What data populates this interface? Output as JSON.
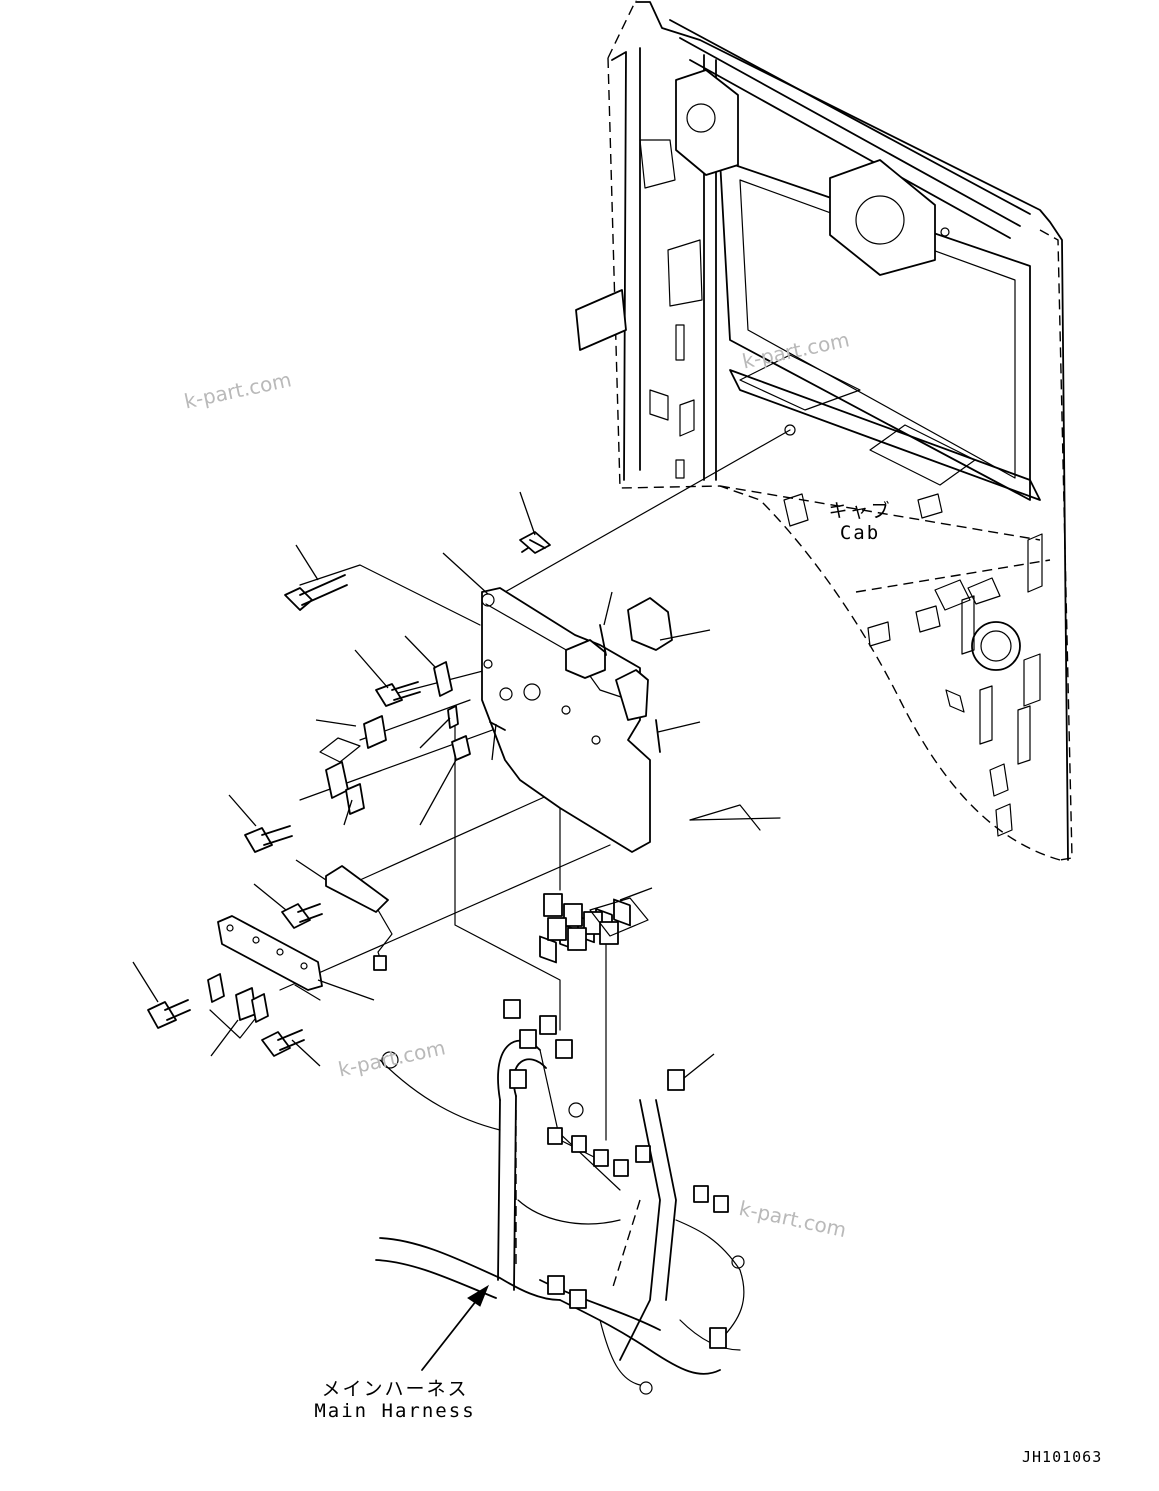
{
  "labels": {
    "cab_jp": "キャブ",
    "cab_en": "Cab",
    "harness_jp": "メインハーネス",
    "harness_en": "Main Harness"
  },
  "watermarks": [
    "k-part.com",
    "k-part.com",
    "k-part.com",
    "k-part.com"
  ],
  "drawing_code": "JH101063"
}
